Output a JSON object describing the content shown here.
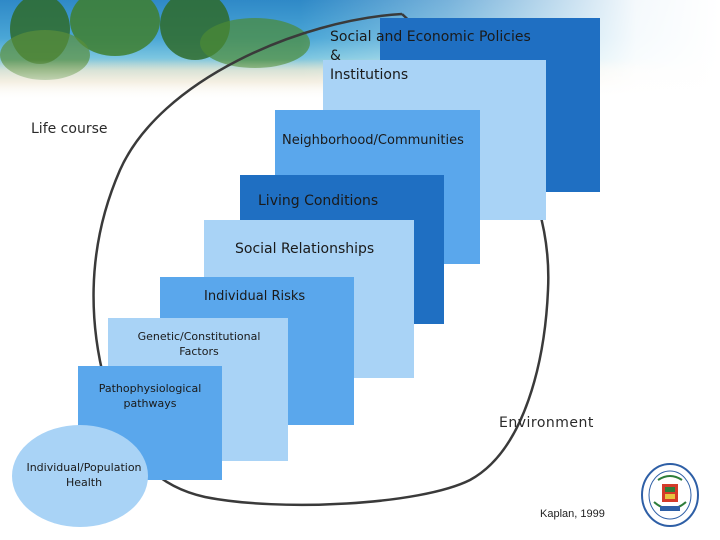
{
  "diagram": {
    "levels": [
      {
        "label": "Social and Economic Policies\n&\nInstitutions"
      },
      {
        "label": "Neighborhood/Communities"
      },
      {
        "label": "Living Conditions"
      },
      {
        "label": "Social Relationships"
      },
      {
        "label": "Individual Risks"
      },
      {
        "label": "Genetic/Constitutional\nFactors"
      },
      {
        "label": "Pathophysiological\npathways"
      }
    ],
    "outcome": "Individual/Population\nHealth",
    "life_course": "Life course",
    "environment": "Environment",
    "citation": "Kaplan, 1999"
  },
  "colors": {
    "dark_blue": "#1f6fc2",
    "mid_blue": "#5aa7ec",
    "light_blue": "#a9d3f6",
    "arc": "#3a3a3a"
  }
}
